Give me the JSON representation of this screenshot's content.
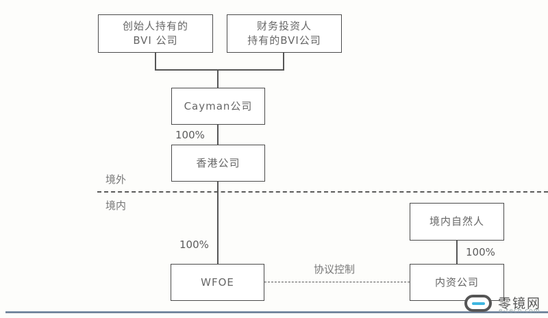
{
  "diagram": {
    "title": "VIE structure",
    "nodes": {
      "founder_bvi": {
        "line1": "创始人持有的",
        "line2": "BVI 公司"
      },
      "investor_bvi": {
        "line1": "财务投资人",
        "line2": "持有的BVI公司"
      },
      "cayman": {
        "label": "Cayman公司"
      },
      "hongkong": {
        "label": "香港公司"
      },
      "wfoe": {
        "label": "WFOE"
      },
      "domestic_person": {
        "label": "境内自然人"
      },
      "domestic_company": {
        "label": "内资公司"
      }
    },
    "edges": {
      "cayman_to_hk": {
        "label": "100%"
      },
      "hk_to_wfoe": {
        "label": "100%"
      },
      "person_to_company": {
        "label": "100%"
      },
      "wfoe_to_company": {
        "label": "协议控制",
        "style": "dashed"
      }
    },
    "zones": {
      "offshore": "境外",
      "onshore": "境内"
    }
  },
  "watermark": {
    "text": "零镜网",
    "subtext": "e-tech.com",
    "accent_color": "#3fb6e0"
  }
}
